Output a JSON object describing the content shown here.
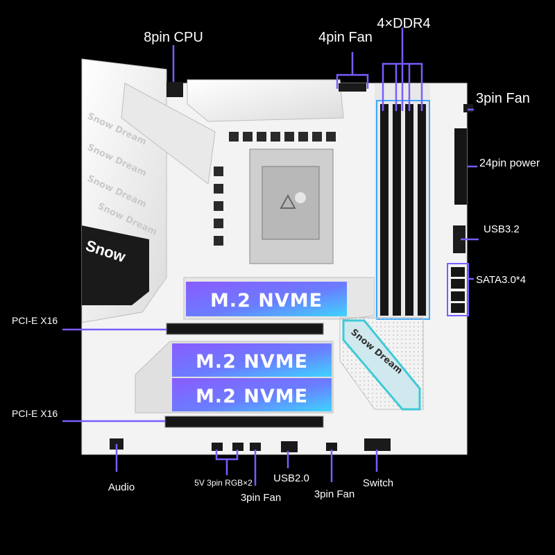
{
  "labels": {
    "cpu_power": "8pin CPU",
    "fan_top": "4pin Fan",
    "ddr": "4×DDR4",
    "fan_right": "3pin Fan",
    "atx_power": "24pin power",
    "usb32": "USB3.2",
    "sata": "SATA3.0*4",
    "pcie_top": "PCI-E X16",
    "pcie_bottom": "PCI-E X16",
    "audio": "Audio",
    "rgb": "5V 3pin RGB×2",
    "fan_bottom_left": "3pin Fan",
    "usb20": "USB2.0",
    "fan_bottom_mid": "3pin Fan",
    "switch": "Switch"
  },
  "m2_slots": [
    "M.2 NVME",
    "M.2 NVME",
    "M.2 NVME"
  ],
  "board": {
    "heatsink_brand": "Snow Dream",
    "heatsink_logo": "Snow",
    "chipset_text": "Snow Dream"
  },
  "colors": {
    "accent_callout": "#7b5cff",
    "pcb": "#f4f4f4",
    "nvme_gradient_start": "#7d5cff",
    "nvme_gradient_end": "#3fd0ff",
    "chipset_teal": "#3ec9d6"
  }
}
